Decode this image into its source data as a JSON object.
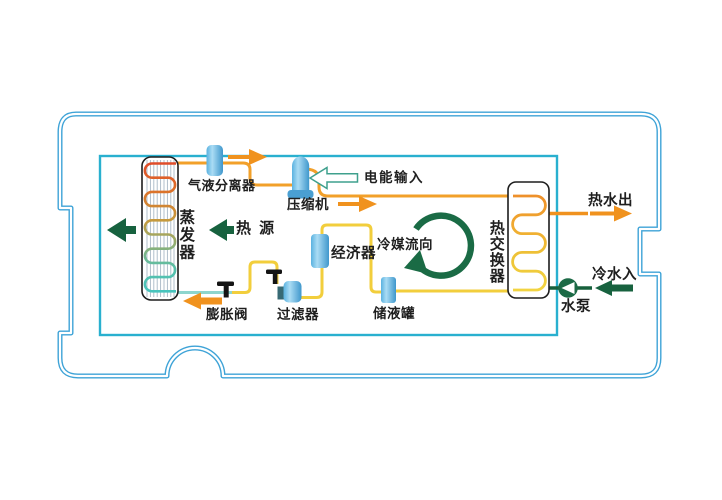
{
  "labels": {
    "evaporator": "蒸发器",
    "gas_liquid_separator": "气液分离器",
    "compressor": "压缩机",
    "power_input": "电能输入",
    "heat_source": "热 源",
    "economizer": "经济器",
    "refrigerant_flow": "冷媒流向",
    "heat_exchanger": "热交换器",
    "hot_water_out": "热水出",
    "cold_water_in": "冷水入",
    "water_pump": "水泵",
    "expansion_valve": "膨胀阀",
    "filter": "过滤器",
    "liquid_receiver": "储液罐"
  },
  "colors": {
    "enclosure_border": "#3ea3d7",
    "inner_boundary": "#29b0cf",
    "hot_gas_pipe": "#f2a02a",
    "liquid_pipe": "#f2ce3c",
    "suction_teal_pipe": "#8ed5cd",
    "hot_water": "#f0921e",
    "cold_water": "#17603c",
    "dark_green": "#17623f",
    "component_blue": "#57b0e0",
    "coil_hot": "#e0482a",
    "coil_cold": "#46c5c0",
    "power_arrow_outline": "#3fa08d"
  }
}
